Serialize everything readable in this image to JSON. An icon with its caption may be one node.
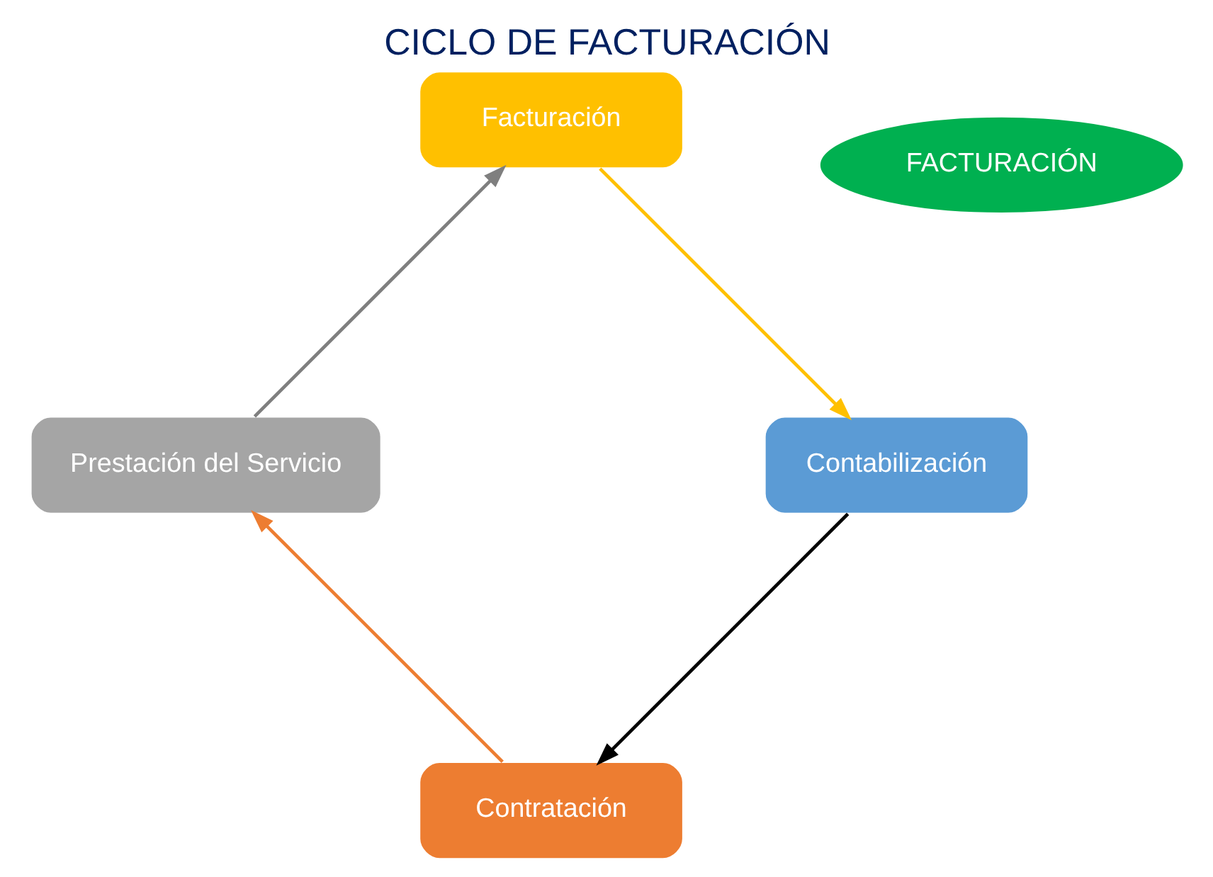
{
  "diagram": {
    "title": "CICLO DE FACTURACIÓN",
    "nodes": [
      {
        "text": [
          "Contratación"
        ]
      },
      {
        "text": [
          "Prestación del Servicio"
        ]
      },
      {
        "text": [
          "Facturación"
        ]
      },
      {
        "text": [
          "Contabilización"
        ]
      },
      {
        "text": [
          "FACTURACIÓN"
        ]
      }
    ],
    "edges": [
      {
        "from": 0,
        "to": 1,
        "arrow": "to",
        "color": "#ed7d31"
      },
      {
        "from": 1,
        "to": 2,
        "arrow": "to",
        "color": "#7f7f7f"
      },
      {
        "from": 2,
        "to": 3,
        "arrow": "to",
        "color": "#ffc000"
      },
      {
        "from": 3,
        "to": 0,
        "arrow": "to",
        "color": "#000000"
      }
    ]
  }
}
